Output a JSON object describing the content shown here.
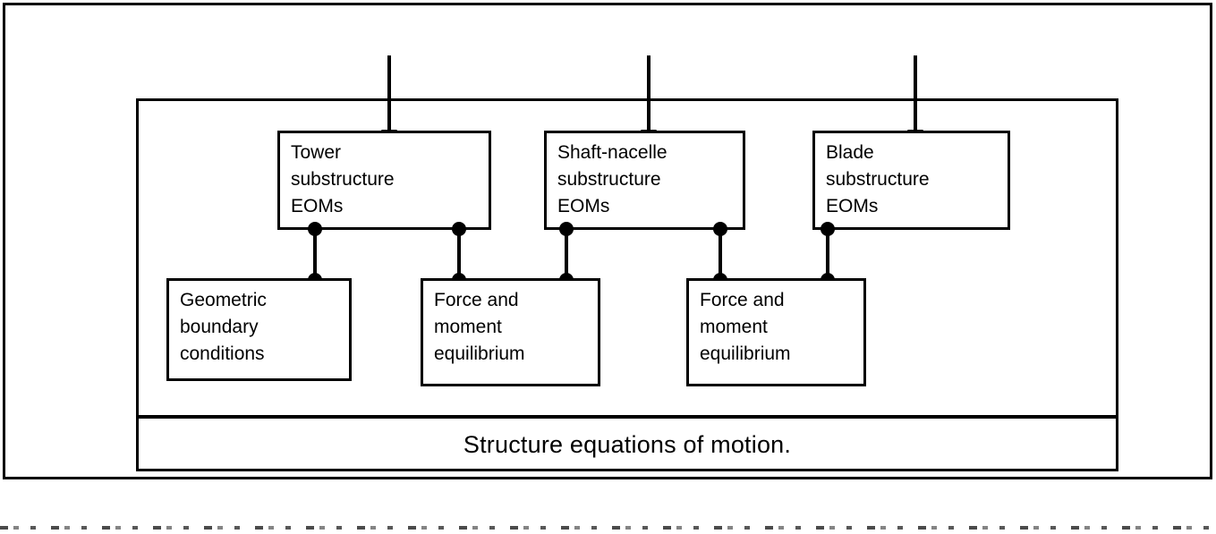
{
  "figure": {
    "caption": "Structure equations of motion."
  },
  "arrows": [
    {
      "name": "tower-input-arrow",
      "target": "Tower substructure EOMs"
    },
    {
      "name": "shaft-input-arrow",
      "target": "Shaft-nacelle substructure EOMs"
    },
    {
      "name": "blade-input-arrow",
      "target": "Blade substructure EOMs"
    }
  ],
  "substructures": [
    {
      "id": "tower",
      "lines": [
        "Tower",
        "substructure",
        "EOMs"
      ]
    },
    {
      "id": "shaft-nacelle",
      "lines": [
        "Shaft-nacelle",
        "substructure",
        "EOMs"
      ]
    },
    {
      "id": "blade",
      "lines": [
        "Blade",
        "substructure",
        "EOMs"
      ]
    }
  ],
  "conditions": [
    {
      "id": "geometric-boundary-conditions",
      "lines": [
        "Geometric",
        "boundary",
        "conditions"
      ]
    },
    {
      "id": "force-moment-equilibrium-1",
      "lines": [
        "Force and",
        "moment",
        "equilibrium"
      ]
    },
    {
      "id": "force-moment-equilibrium-2",
      "lines": [
        "Force and",
        "moment",
        "equilibrium"
      ]
    }
  ],
  "links": [
    {
      "id": "tower-to-geometric",
      "from": "tower",
      "to": "geometric-boundary-conditions"
    },
    {
      "id": "tower-to-force1",
      "from": "tower",
      "to": "force-moment-equilibrium-1"
    },
    {
      "id": "shaft-to-force1",
      "from": "shaft-nacelle",
      "to": "force-moment-equilibrium-1"
    },
    {
      "id": "shaft-to-force2",
      "from": "shaft-nacelle",
      "to": "force-moment-equilibrium-2"
    },
    {
      "id": "blade-to-force2",
      "from": "blade",
      "to": "force-moment-equilibrium-2"
    }
  ],
  "colors": {
    "ink": "#000000",
    "paper": "#ffffff"
  }
}
